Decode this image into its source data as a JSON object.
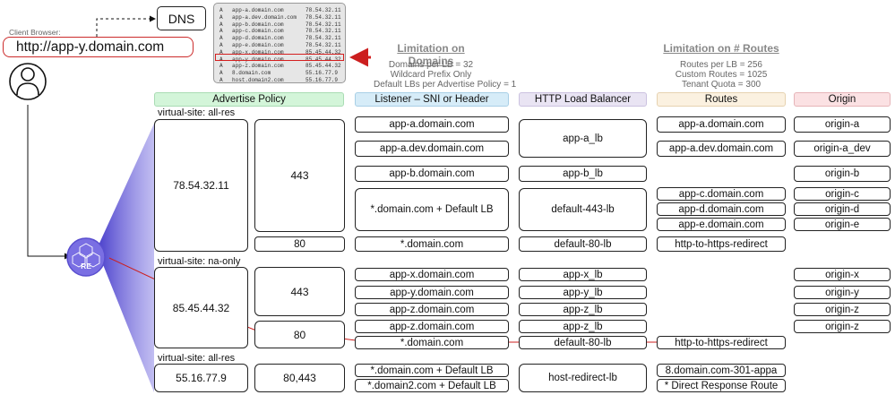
{
  "dns": {
    "label": "DNS",
    "records": [
      {
        "type": "A",
        "host": "app-a.domain.com",
        "ip": "78.54.32.11"
      },
      {
        "type": "A",
        "host": "app-a.dev.domain.com",
        "ip": "78.54.32.11"
      },
      {
        "type": "A",
        "host": "app-b.domain.com",
        "ip": "78.54.32.11"
      },
      {
        "type": "A",
        "host": "app-c.domain.com",
        "ip": "78.54.32.11"
      },
      {
        "type": "A",
        "host": "app-d.domain.com",
        "ip": "78.54.32.11"
      },
      {
        "type": "A",
        "host": "app-e.domain.com",
        "ip": "78.54.32.11"
      },
      {
        "type": "A",
        "host": "app-x.domain.com",
        "ip": "85.45.44.32"
      },
      {
        "type": "A",
        "host": "app-y.domain.com",
        "ip": "85.45.44.32"
      },
      {
        "type": "A",
        "host": "app-z.domain.com",
        "ip": "85.45.44.32"
      },
      {
        "type": "A",
        "host": "8.domain.com",
        "ip": "55.16.77.9"
      },
      {
        "type": "A",
        "host": "host.domain2.com",
        "ip": "55.16.77.9"
      }
    ]
  },
  "client": {
    "caption": "Client Browser:",
    "url": "http://app-y.domain.com"
  },
  "re_badge": "RE",
  "limits": {
    "domains": {
      "title": "Limitation on Domains",
      "lines": [
        "Domains per LB = 32",
        "Wildcard Prefix Only",
        "Default LBs per Advertise Policy = 1"
      ]
    },
    "routes": {
      "title": "Limitation on # Routes",
      "lines": [
        "Routes per LB = 256",
        "Custom Routes = 1025",
        "Tenant Quota = 300"
      ]
    }
  },
  "headers": {
    "advertise": "Advertise Policy",
    "listener": "Listener – SNI or Header",
    "lb": "HTTP Load Balancer",
    "routes": "Routes",
    "origin": "Origin"
  },
  "colors": {
    "advertise": "#d3f5d9",
    "listener": "#d6ecf8",
    "lb": "#e9e4f3",
    "routes": "#fbf1e0",
    "origin": "#fbe1e3",
    "arrow": "#cc1f1f",
    "highlight": "#d42020",
    "cone": "#5a4fcf"
  },
  "sites": {
    "s1": {
      "label": "virtual-site: all-res",
      "ip": "78.54.32.11",
      "port443": "443",
      "port80": "80"
    },
    "s2": {
      "label": "virtual-site: na-only",
      "ip": "85.45.44.32",
      "port443": "443",
      "port80": "80"
    },
    "s3": {
      "label": "virtual-site: all-res",
      "ip": "55.16.77.9",
      "ports": "80,443"
    }
  },
  "listeners": [
    "app-a.domain.com",
    "app-a.dev.domain.com",
    "app-b.domain.com",
    "*.domain.com + Default LB",
    "*.domain.com",
    "app-x.domain.com",
    "app-y.domain.com",
    "app-z.domain.com",
    "app-z.domain.com",
    "*.domain.com",
    "*.domain.com + Default LB",
    "*.domain2.com + Default LB"
  ],
  "lbs": [
    "app-a_lb",
    "app-b_lb",
    "default-443-lb",
    "default-80-lb",
    "app-x_lb",
    "app-y_lb",
    "app-z_lb",
    "app-z_lb",
    "default-80-lb",
    "host-redirect-lb"
  ],
  "routes": [
    "app-a.domain.com",
    "app-a.dev.domain.com",
    "app-c.domain.com",
    "app-d.domain.com",
    "app-e.domain.com",
    "http-to-https-redirect",
    "http-to-https-redirect",
    "8.domain.com-301-appa",
    "* Direct Response Route"
  ],
  "origins": [
    "origin-a",
    "origin-a_dev",
    "origin-b",
    "origin-c",
    "origin-d",
    "origin-e",
    "origin-x",
    "origin-y",
    "origin-z",
    "origin-z"
  ]
}
